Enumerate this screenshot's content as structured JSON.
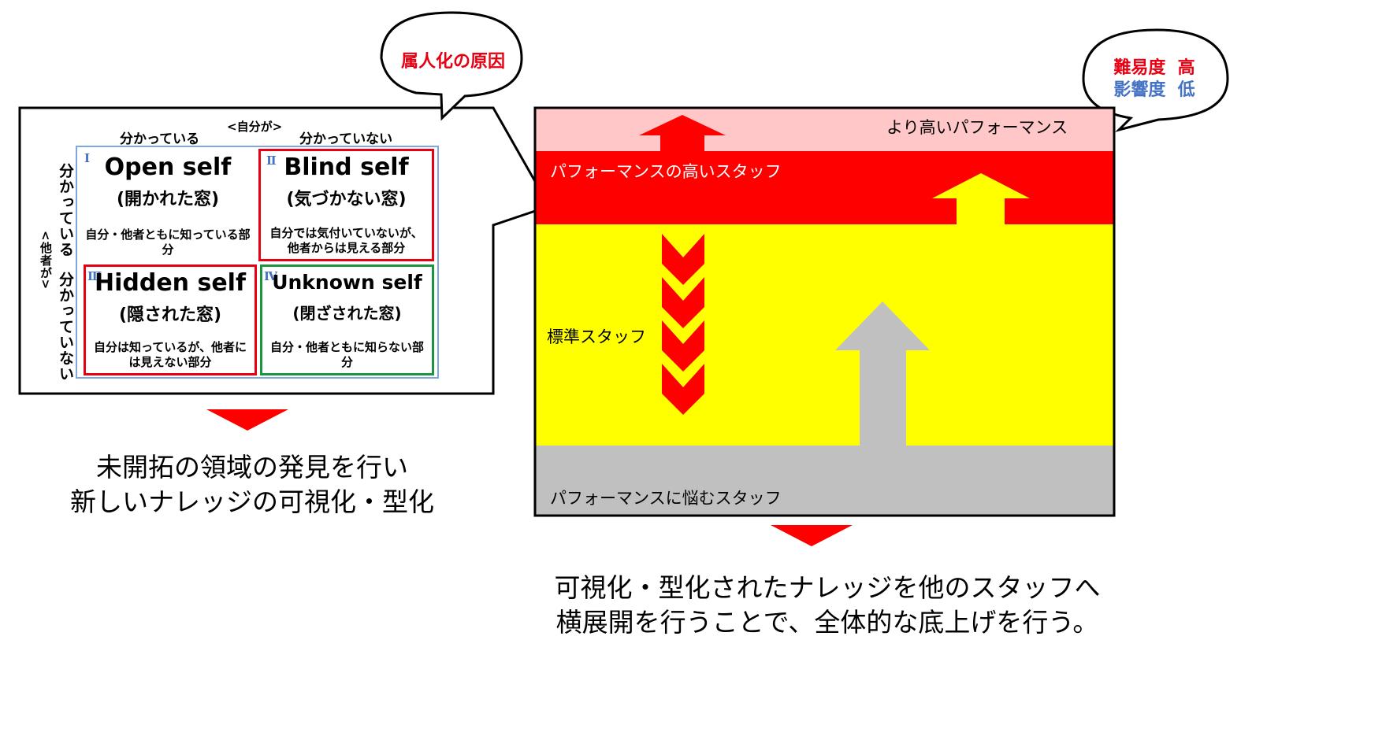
{
  "callout": {
    "text": "属人化の原因"
  },
  "difficulty_bubble": {
    "difficulty_label": "難易度",
    "difficulty_value": "高",
    "impact_label": "影響度",
    "impact_value": "低",
    "difficulty_color": "#e60012",
    "impact_color": "#4472c4"
  },
  "johari": {
    "self_label": "<自分が>",
    "col_known": "分かっている",
    "col_unknown": "分かっていない",
    "others_label": "<他者が>",
    "row_known": "分かっている",
    "row_unknown": "分かっていない",
    "quadrants": [
      {
        "num": "Ⅰ",
        "title": "Open self",
        "sub": "(開かれた窓)",
        "desc": "自分・他者ともに知っている部分",
        "border": "#7ea6e0"
      },
      {
        "num": "Ⅱ",
        "title": "Blind self",
        "sub": "(気づかない窓)",
        "desc": "自分では気付いていないが、他者からは見える部分",
        "border": "#e60012"
      },
      {
        "num": "Ⅲ",
        "title": "Hidden self",
        "sub": "(隠された窓)",
        "desc": "自分は知っているが、他者には見えない部分",
        "border": "#e60012"
      },
      {
        "num": "Ⅳ",
        "title": "Unknown self",
        "sub": "(閉ざされた窓)",
        "desc": "自分・他者ともに知らない部分",
        "border": "#1a9641"
      }
    ]
  },
  "left_caption": {
    "line1": "未開拓の領域の発見を行い",
    "line2": "新しいナレッジの可視化・型化"
  },
  "performance": {
    "top_band": "より高いパフォーマンス",
    "high_band": "パフォーマンスの高いスタッフ",
    "standard_band": "標準スタッフ",
    "low_band": "パフォーマンスに悩むスタッフ",
    "colors": {
      "top": "#ffc7c7",
      "high": "#ff0000",
      "standard": "#ffff00",
      "low": "#c0c0c0"
    }
  },
  "right_caption": {
    "line1": "可視化・型化されたナレッジを他のスタッフへ",
    "line2": "横展開を行うことで、全体的な底上げを行う。"
  }
}
